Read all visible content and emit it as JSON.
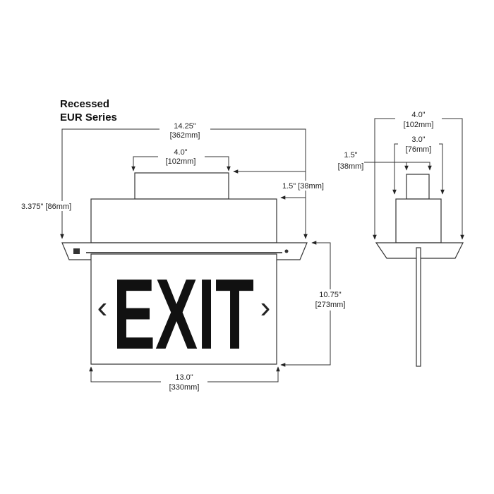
{
  "title": {
    "line1": "Recessed",
    "line2": "EUR Series"
  },
  "front_view": {
    "sign_text": "EXIT",
    "left_chevron": "‹",
    "right_chevron": "›",
    "dims": {
      "overall_width": {
        "in": "14.25\"",
        "mm": "[362mm]"
      },
      "housing_width": {
        "in": "4.0\"",
        "mm": "[102mm]"
      },
      "housing_depth": "1.5\" [38mm]",
      "recess_height": "3.375\" [86mm]",
      "panel_height": {
        "in": "10.75\"",
        "mm": "[273mm]"
      },
      "panel_width": {
        "in": "13.0\"",
        "mm": "[330mm]"
      }
    }
  },
  "side_view": {
    "dims": {
      "outer_width": {
        "in": "4.0\"",
        "mm": "[102mm]"
      },
      "inner_width": {
        "in": "3.0\"",
        "mm": "[76mm]"
      },
      "depth": {
        "in": "1.5\"",
        "mm": "[38mm]"
      }
    }
  }
}
